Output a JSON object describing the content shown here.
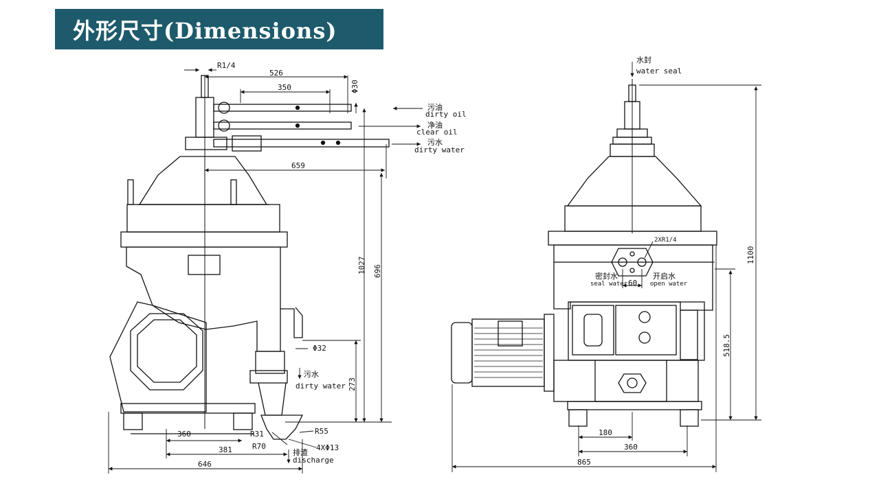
{
  "title": "外形尺寸(Dimensions)",
  "left_view": {
    "thread": "R1/4",
    "dim_526": "526",
    "dim_350": "350",
    "dim_phi30": "Φ30",
    "dirty_oil_cn": "污油",
    "dirty_oil_en": "dirty oil",
    "clear_oil_cn": "净油",
    "clear_oil_en": "clear oil",
    "dirty_water_cn": "污水",
    "dirty_water_en": "dirty water",
    "dim_659": "659",
    "dim_1027": "1027",
    "dim_696": "696",
    "dim_phi32": "Φ32",
    "dim_273": "273",
    "outlet_water_cn": "污水",
    "outlet_water_en": "dirty water",
    "dim_360": "360",
    "dim_381": "381",
    "dim_646": "646",
    "r31": "R31",
    "r70": "R70",
    "r55": "R55",
    "holes": "4XΦ13",
    "discharge_cn": "排渣",
    "discharge_en": "discharge"
  },
  "right_view": {
    "water_seal_cn": "水封",
    "water_seal_en": "water seal",
    "thread": "2XR1/4",
    "seal_water_cn": "密封水",
    "seal_water_en": "seal water",
    "dim_60": "60",
    "open_water_cn": "开启水",
    "open_water_en": "open water",
    "dim_1100": "1100",
    "dim_518": "518.5",
    "dim_180": "180",
    "dim_360": "360",
    "dim_865": "865"
  }
}
